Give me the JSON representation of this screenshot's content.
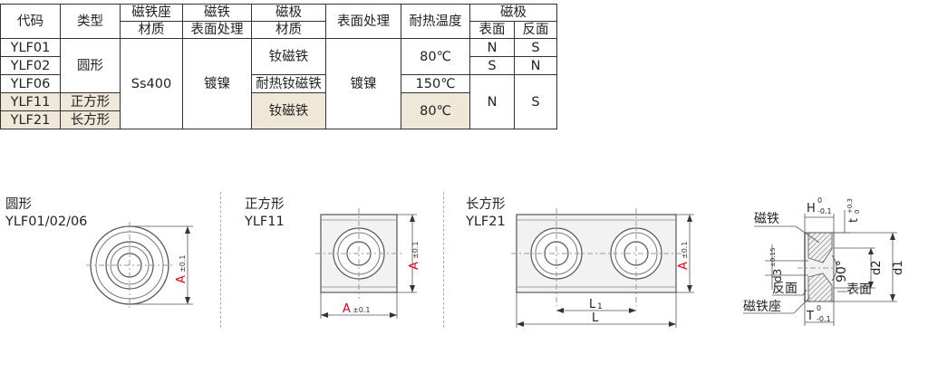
{
  "table": {
    "header": {
      "code": "代码",
      "type": "类型",
      "seat_top": "磁铁座",
      "seat_sub": "材质",
      "magnet_top": "磁铁",
      "magnet_sub": "表面处理",
      "pole_top": "磁极",
      "pole_sub": "材质",
      "surface": "表面处理",
      "heat": "耐热温度",
      "polarity_top": "磁极",
      "polarity_face": "表面",
      "polarity_back": "反面"
    },
    "rows": [
      {
        "code": "YLF01"
      },
      {
        "code": "YLF02"
      },
      {
        "code": "YLF06"
      },
      {
        "code": "YLF11",
        "type": "正方形"
      },
      {
        "code": "YLF21",
        "type": "长方形"
      }
    ],
    "type_round": "圆形",
    "seat_material": "Ss400",
    "magnet_surface": "镀镍",
    "pole_material_a": "钕磁铁",
    "pole_material_b": "耐热钕磁铁",
    "pole_material_c": "钕磁铁",
    "surface_treatment": "镀镍",
    "heat_a": "80℃",
    "heat_b": "150℃",
    "heat_c": "80℃",
    "polarity": [
      {
        "face": "N",
        "back": "S"
      },
      {
        "face": "S",
        "back": "N"
      },
      {
        "face": "N",
        "back": "S"
      }
    ]
  },
  "drawings": {
    "round": {
      "title": "圆形",
      "codes": "YLF01/02/06",
      "dim_a": "A",
      "tol_a": "±0.1"
    },
    "square": {
      "title": "正方形",
      "codes": "YLF11",
      "dim_a": "A",
      "tol_a": "±0.1",
      "dim_a2": "A",
      "tol_a2": "±0.1"
    },
    "rect": {
      "title": "长方形",
      "codes": "YLF21",
      "dim_a": "A",
      "tol_a": "±0.1",
      "dim_l1": "L",
      "dim_l1_sub": "1",
      "dim_l": "L"
    },
    "section": {
      "magnet_label": "磁铁",
      "seat_label": "磁铁座",
      "back_label": "反面",
      "face_label": "表面",
      "h": "H",
      "h_tol_top": "0",
      "h_tol_bot": "-0.1",
      "t": "t",
      "t_tol_top": "+0.3",
      "t_tol_bot": "0",
      "t2": "T",
      "t2_tol_top": "0",
      "t2_tol_bot": "-0.1",
      "d3": "d3",
      "d3_tol": "±0.15",
      "d2": "d2",
      "d1": "d1",
      "angle": "90°"
    }
  },
  "colors": {
    "accent": "#e0001b",
    "highlight": "#efe8d8",
    "line": "#333333"
  }
}
